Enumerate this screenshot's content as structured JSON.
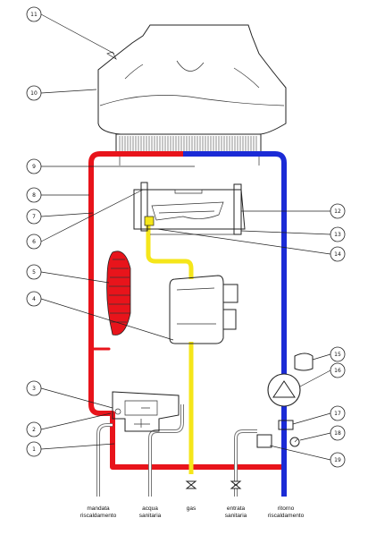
{
  "callouts": [
    "1",
    "2",
    "3",
    "4",
    "5",
    "6",
    "7",
    "8",
    "9",
    "10",
    "11",
    "12",
    "13",
    "14",
    "15",
    "16",
    "17",
    "18",
    "19"
  ],
  "bottom_labels": [
    [
      "mandata",
      "riscaldamento"
    ],
    [
      "acqua",
      "sanitaria"
    ],
    [
      "gas"
    ],
    [
      "entrata",
      "sanitaria"
    ],
    [
      "ritorno",
      "riscaldamento"
    ]
  ],
  "colors": {
    "heating_flow": "#e8141b",
    "heating_return": "#1b2bd6",
    "gas": "#f5e61a",
    "outline": "#222222"
  }
}
